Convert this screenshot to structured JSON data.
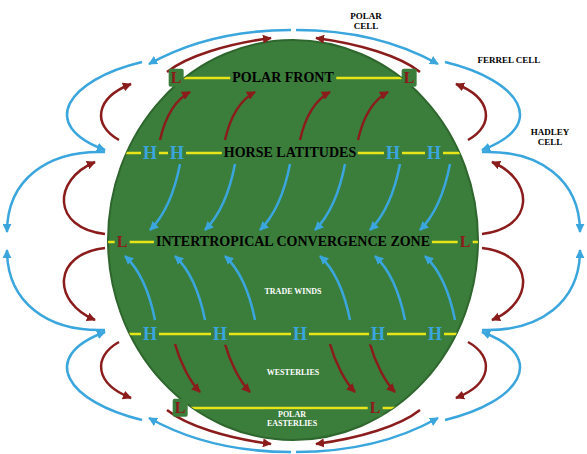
{
  "diagram": {
    "labels": [
      "POLAR CELL",
      "FERREL CELL",
      "L",
      "POLAR FRONT",
      "L",
      "HADLEY CELL",
      "H",
      "H",
      "HORSE LATITUDES",
      "H",
      "H",
      "L",
      "INTERTROPICAL CONVERGENCE ZONE",
      "L",
      "TRADE WINDS",
      "H",
      "H",
      "H",
      "H",
      "H",
      "WESTERLIES",
      "L",
      "POLAR EASTERLIES",
      "L"
    ]
  }
}
